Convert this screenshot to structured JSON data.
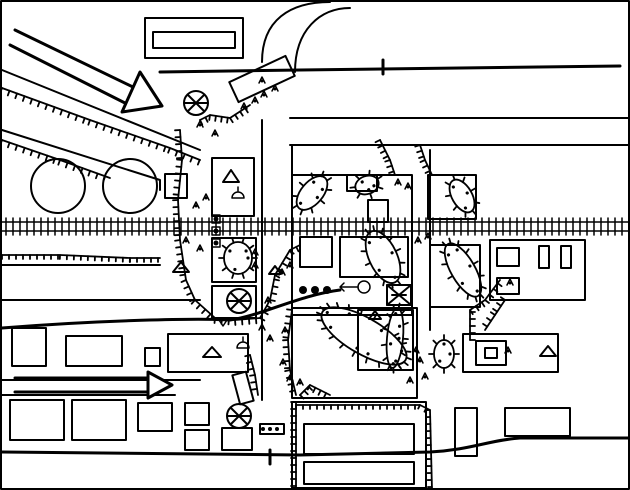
{
  "map": {
    "style": "black-and-white tactical sketch map",
    "colors": {
      "ink": "#000000",
      "paper": "#ffffff"
    },
    "symbols": {
      "movement_arrows": 2,
      "obstacle_circle_crosses": 3,
      "checkpoint_x_box": 1,
      "triangles": 6,
      "large_circular_tanks": 2,
      "railway": 1,
      "road_markers": 2
    }
  }
}
